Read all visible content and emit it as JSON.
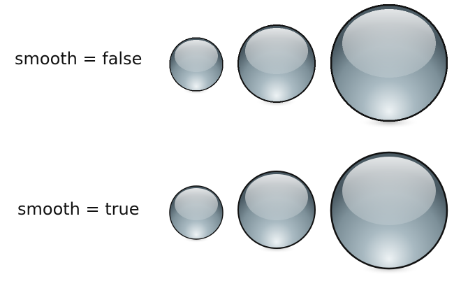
{
  "rows": [
    {
      "label": "smooth = false",
      "smooth": false
    },
    {
      "label": "smooth = true",
      "smooth": true
    }
  ],
  "sphere": {
    "count_per_row": 3,
    "base_color": "#8fa2ac",
    "dark_color": "#4f5f68",
    "highlight_color": "#ffffff",
    "outline_color": "#111111",
    "shadow_color": "#bdbdbd"
  }
}
